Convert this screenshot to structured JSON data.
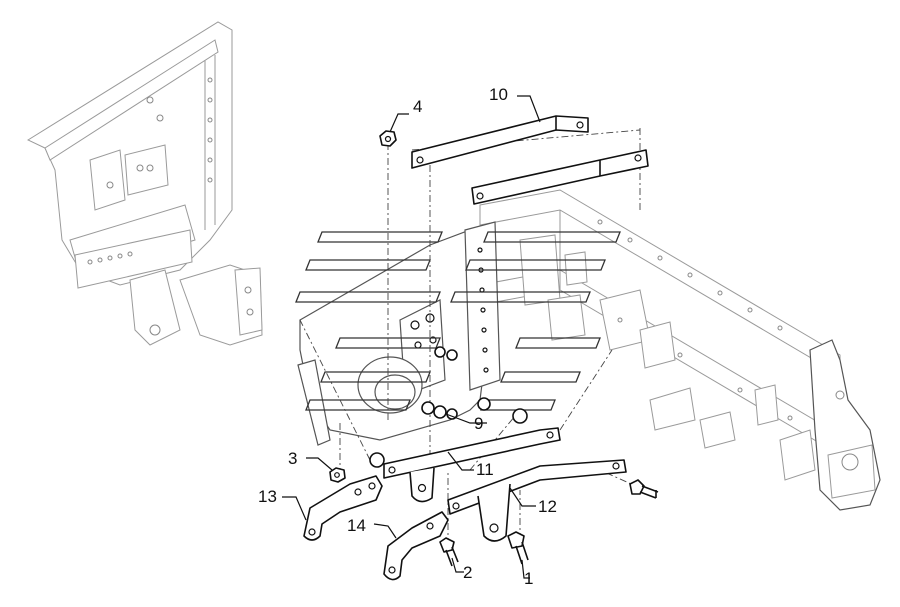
{
  "callouts": [
    {
      "id": "c1",
      "text": "1"
    },
    {
      "id": "c2",
      "text": "2"
    },
    {
      "id": "c3",
      "text": "3"
    },
    {
      "id": "c4",
      "text": "4"
    },
    {
      "id": "c9",
      "text": "9"
    },
    {
      "id": "c10",
      "text": "10"
    },
    {
      "id": "c11",
      "text": "11"
    },
    {
      "id": "c12",
      "text": "12"
    },
    {
      "id": "c13",
      "text": "13"
    },
    {
      "id": "c14",
      "text": "14"
    }
  ]
}
